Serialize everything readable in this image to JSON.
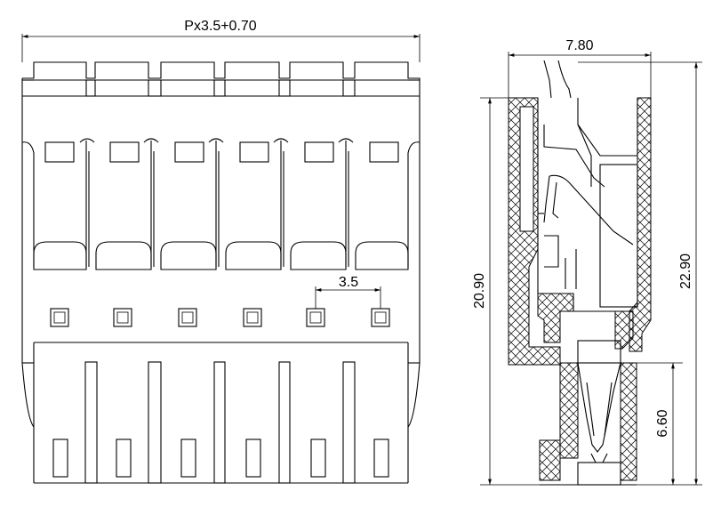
{
  "dimensions": {
    "overall_width": "Px3.5+0.70",
    "pitch": "3.5",
    "side_width": "7.80",
    "height_left": "20.90",
    "height_right": "22.90",
    "pin_height": "6.60"
  },
  "colors": {
    "line": "#000000",
    "background": "#ffffff"
  },
  "front_view": {
    "poles": 6
  }
}
